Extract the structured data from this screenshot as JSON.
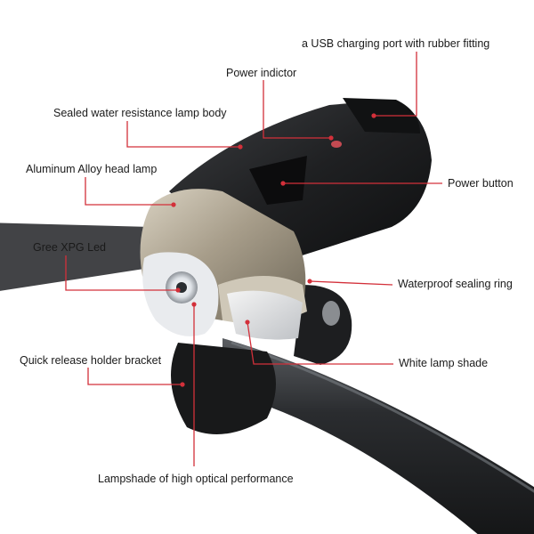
{
  "colors": {
    "leader_line": "#d3303a",
    "leader_dot": "#d3303a",
    "text": "#1a1a1a"
  },
  "labels": {
    "usb_port": "a USB charging port with rubber fitting",
    "power_indicator": "Power indictor",
    "lamp_body": "Sealed water resistance lamp body",
    "alloy_head": "Aluminum Alloy head lamp",
    "power_button": "Power button",
    "led": "Gree XPG Led",
    "sealing_ring": "Waterproof sealing ring",
    "bracket": "Quick release holder bracket",
    "lamp_shade": "White lamp shade",
    "optical_shade": "Lampshade of high optical performance"
  }
}
